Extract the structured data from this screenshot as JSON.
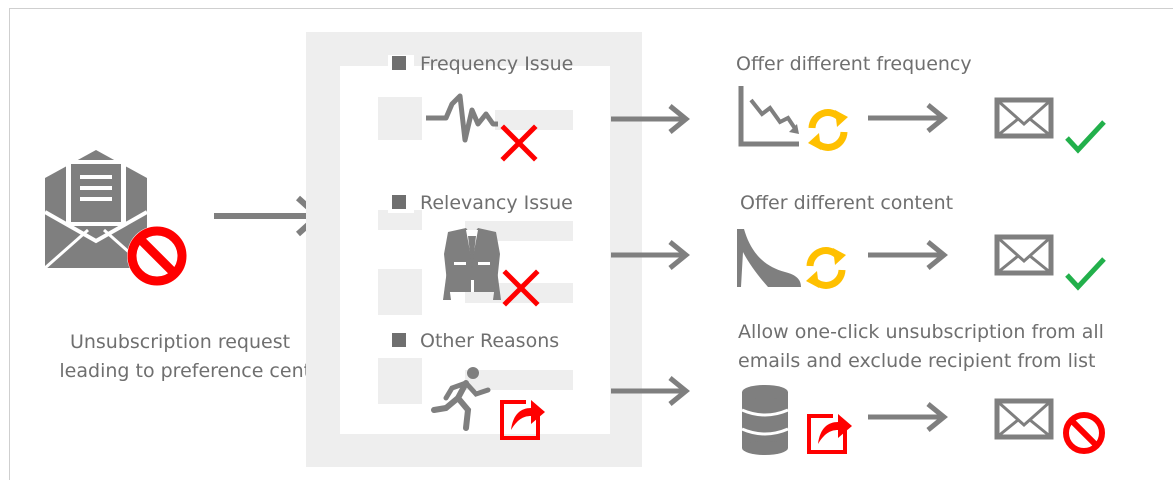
{
  "source_caption": {
    "line1": "Unsubscription request",
    "line2": "leading to preference center"
  },
  "reasons": [
    {
      "label": "Frequency Issue",
      "icon": "heartbeat-icon",
      "mark": "red-x-icon"
    },
    {
      "label": "Relevancy Issue",
      "icon": "jacket-icon",
      "mark": "red-x-icon"
    },
    {
      "label": "Other Reasons",
      "icon": "running-person-icon",
      "mark": "exit-icon"
    }
  ],
  "outcomes": [
    {
      "lines": [
        "Offer different frequency"
      ],
      "icon": "declining-chart-icon",
      "result": "success"
    },
    {
      "lines": [
        "Offer different content"
      ],
      "icon": "high-heel-shoe-icon",
      "result": "success"
    },
    {
      "lines": [
        "Allow one-click unsubscription from all",
        "emails and exclude recipient from list"
      ],
      "icon": "database-icon",
      "result": "blocked"
    }
  ],
  "colors": {
    "gray": "#7f7f7f",
    "text": "#6f6f6f",
    "panel": "#eeeeee",
    "red": "#ff0000",
    "green": "#22b04b",
    "yellow": "#ffc000"
  }
}
